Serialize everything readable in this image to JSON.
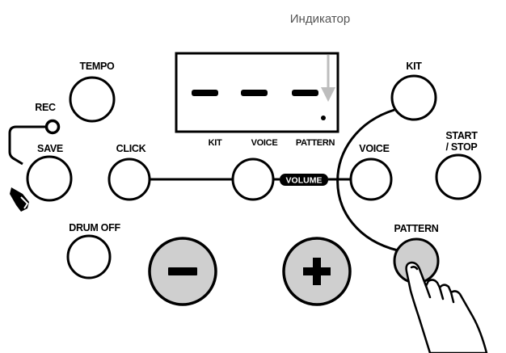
{
  "indicator_caption": "Индикатор",
  "display": {
    "segments": [
      "–",
      "–",
      "–"
    ],
    "labels": {
      "kit": "KIT",
      "voice": "VOICE",
      "pattern": "PATTERN"
    }
  },
  "buttons": {
    "tempo": "TEMPO",
    "rec": "REC",
    "save": "SAVE",
    "click": "CLICK",
    "kit": "KIT",
    "voice": "VOICE",
    "start_stop_line1": "START",
    "start_stop_line2": "/ STOP",
    "drum_off": "DRUM OFF",
    "pattern": "PATTERN",
    "minus": "–",
    "plus": "+"
  },
  "volume_label": "VOLUME"
}
